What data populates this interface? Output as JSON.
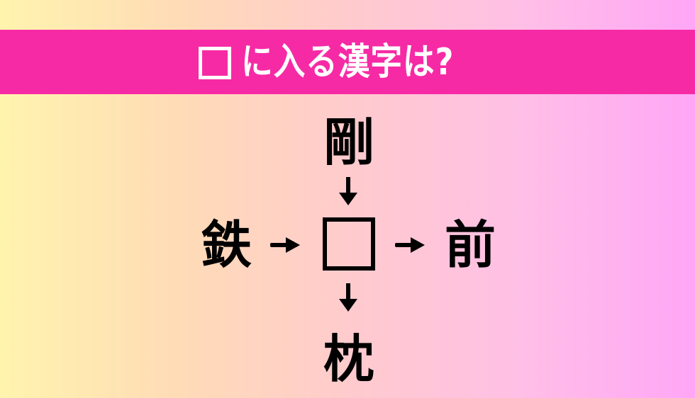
{
  "banner": {
    "text": "に入る漢字は?",
    "background_color": "#f72aa5",
    "text_color": "#ffffff",
    "box_icon": "empty-square"
  },
  "puzzle": {
    "top": "剛",
    "left": "鉄",
    "right": "前",
    "bottom": "枕",
    "center": "",
    "arrows": [
      "down",
      "right",
      "right",
      "down"
    ]
  },
  "colors": {
    "gradient_left": "#fff4ae",
    "gradient_right": "#ffa6f6",
    "ink": "#000000"
  }
}
